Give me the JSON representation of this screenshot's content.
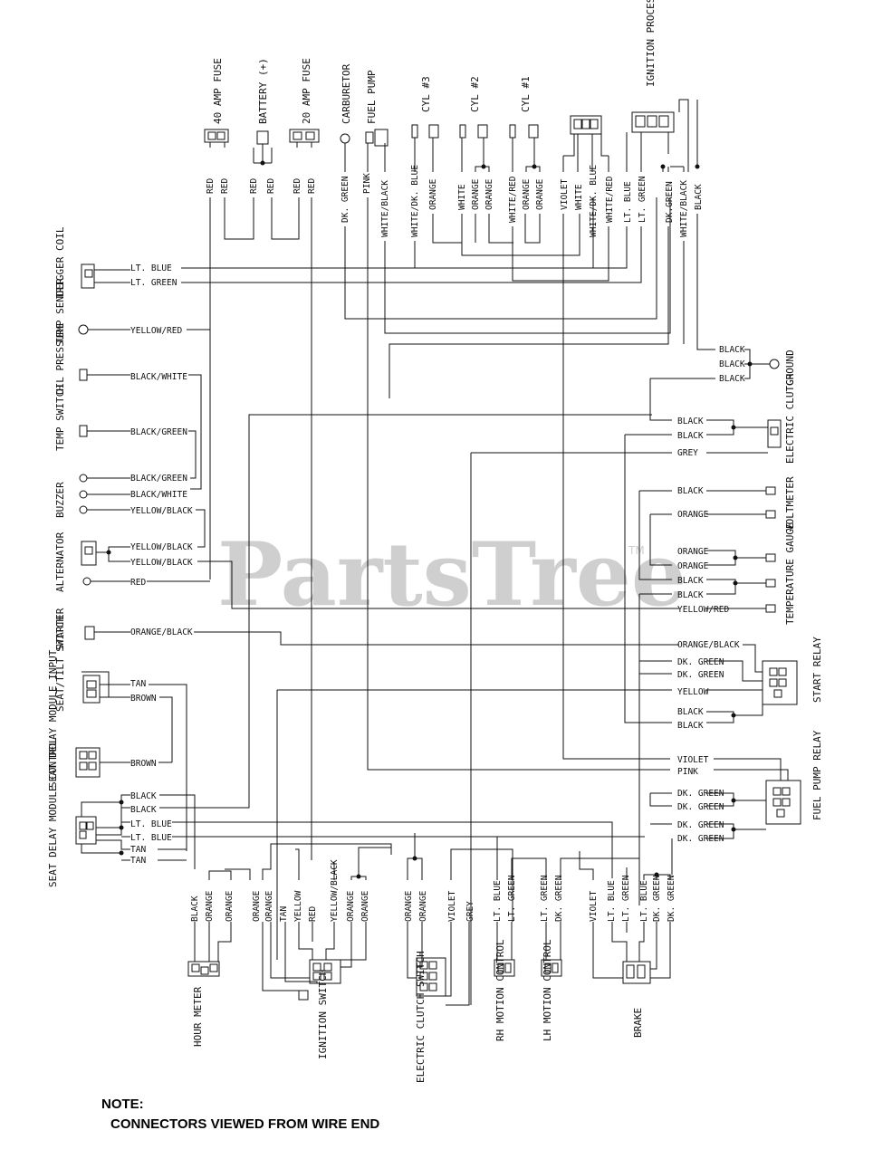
{
  "watermark": {
    "text": "PartsTree",
    "trademark": "TM"
  },
  "note": {
    "title": "NOTE:",
    "text": "CONNECTORS VIEWED FROM WIRE END"
  },
  "top_components": {
    "fuse40": "40 AMP FUSE",
    "battery": "BATTERY (+)",
    "fuse20": "20 AMP FUSE",
    "carburetor": "CARBURETOR",
    "fuel_pump": "FUEL PUMP",
    "cyl3": "CYL #3",
    "cyl2": "CYL #2",
    "cyl1": "CYL #1",
    "ipm": "IGNITION PROCESSOR MODULE"
  },
  "top_wires": {
    "red": "RED",
    "dk_green": "DK. GREEN",
    "pink": "PINK",
    "white_black": "WHITE/BLACK",
    "white_dk_blue": "WHITE/DK. BLUE",
    "orange": "ORANGE",
    "white": "WHITE",
    "white_red": "WHITE/RED",
    "violet": "VIOLET",
    "lt_blue": "LT. BLUE",
    "lt_green": "LT. GREEN",
    "dk_green2": "DK.GREEN",
    "black": "BLACK"
  },
  "left_components": {
    "trigger_coil": "TRIGGER COIL",
    "temp_sender": "TEMP SENDER",
    "oil_pressure": "OIL PRESSURE",
    "temp_switch": "TEMP SWITCH",
    "buzzer": "BUZZER",
    "alternator": "ALTERNATOR",
    "starter": "STARTER",
    "seat_tilt": "SEAT/TILT SWITCH",
    "seat_delay_input": "SEAT DELAY MODULE INPUT",
    "seat_delay_control": "SEAT DELAY MODULE CONTROL"
  },
  "left_wires": {
    "lt_blue": "LT. BLUE",
    "lt_green": "LT. GREEN",
    "yellow_red": "YELLOW/RED",
    "black_white": "BLACK/WHITE",
    "black_green": "BLACK/GREEN",
    "yellow_black": "YELLOW/BLACK",
    "red": "RED",
    "orange_black": "ORANGE/BLACK",
    "tan": "TAN",
    "brown": "BROWN",
    "black": "BLACK"
  },
  "right_components": {
    "ground": "GROUND",
    "electric_clutch": "ELECTRIC CLUTCH",
    "voltmeter": "VOLTMETER",
    "temp_gauge": "TEMPERATURE GAUGE",
    "start_relay": "START RELAY",
    "fuel_pump_relay": "FUEL PUMP RELAY"
  },
  "right_wires": {
    "black": "BLACK",
    "grey": "GREY",
    "orange": "ORANGE",
    "yellow_red": "YELLOW/RED",
    "orange_black": "ORANGE/BLACK",
    "dk_green": "DK. GREEN",
    "yellow": "YELLOW",
    "violet": "VIOLET",
    "pink": "PINK"
  },
  "bottom_components": {
    "hour_meter": "HOUR METER",
    "ignition_switch": "IGNITION SWITCH",
    "clutch_switch": "ELECTRIC CLUTCH SWITCH",
    "rh_motion": "RH MOTION CONTROL",
    "lh_motion": "LH MOTION CONTROL",
    "brake": "BRAKE"
  },
  "bottom_wires": {
    "black": "BLACK",
    "orange": "ORANGE",
    "tan": "TAN",
    "yellow": "YELLOW",
    "red": "RED",
    "yellow_black": "YELLOW/BLACK",
    "violet": "VIOLET",
    "grey": "GREY",
    "lt_blue": "LT. BLUE",
    "lt_green": "LT. GREEN",
    "dk_green": "DK. GREEN"
  }
}
